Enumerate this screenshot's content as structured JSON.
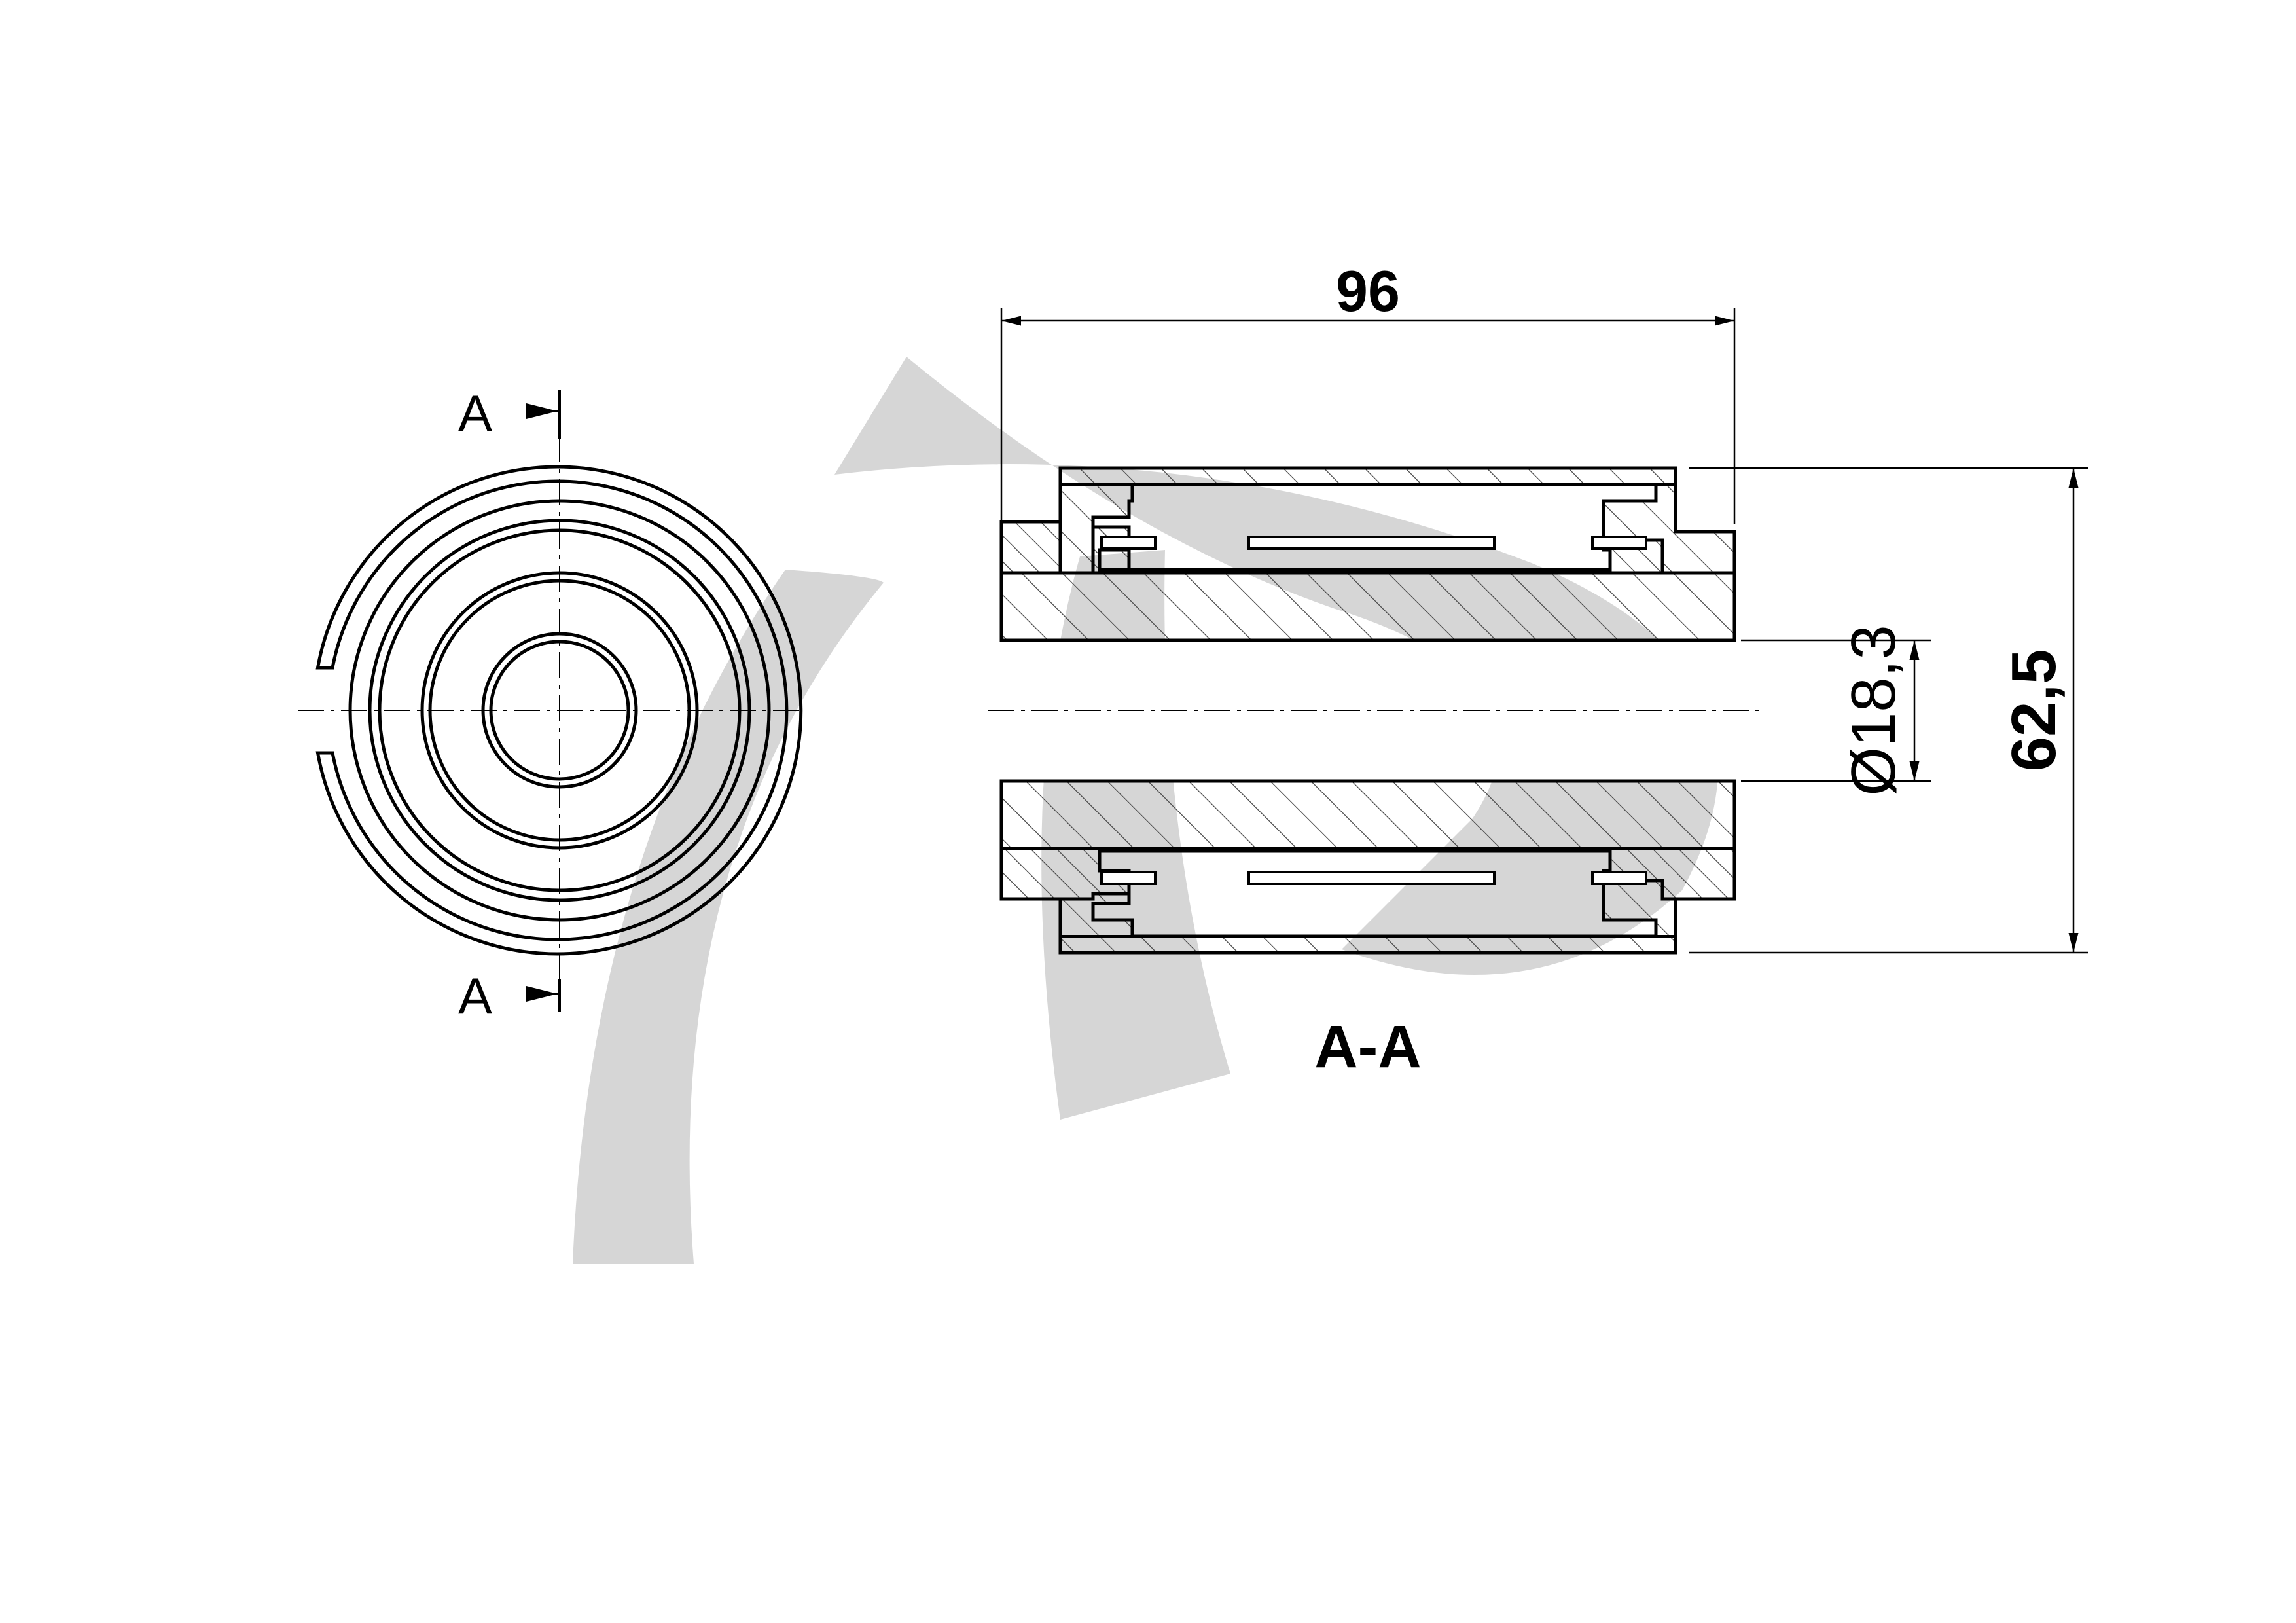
{
  "front_view": {
    "section_marker_top": "A",
    "section_marker_bottom": "A"
  },
  "section_view": {
    "title": "A-A",
    "dim_length": "96",
    "dim_bore": "Ø18,3",
    "dim_outer": "62,5"
  },
  "colors": {
    "line": "#000000",
    "watermark": "#d2d2d2",
    "hatch": "#444444"
  }
}
